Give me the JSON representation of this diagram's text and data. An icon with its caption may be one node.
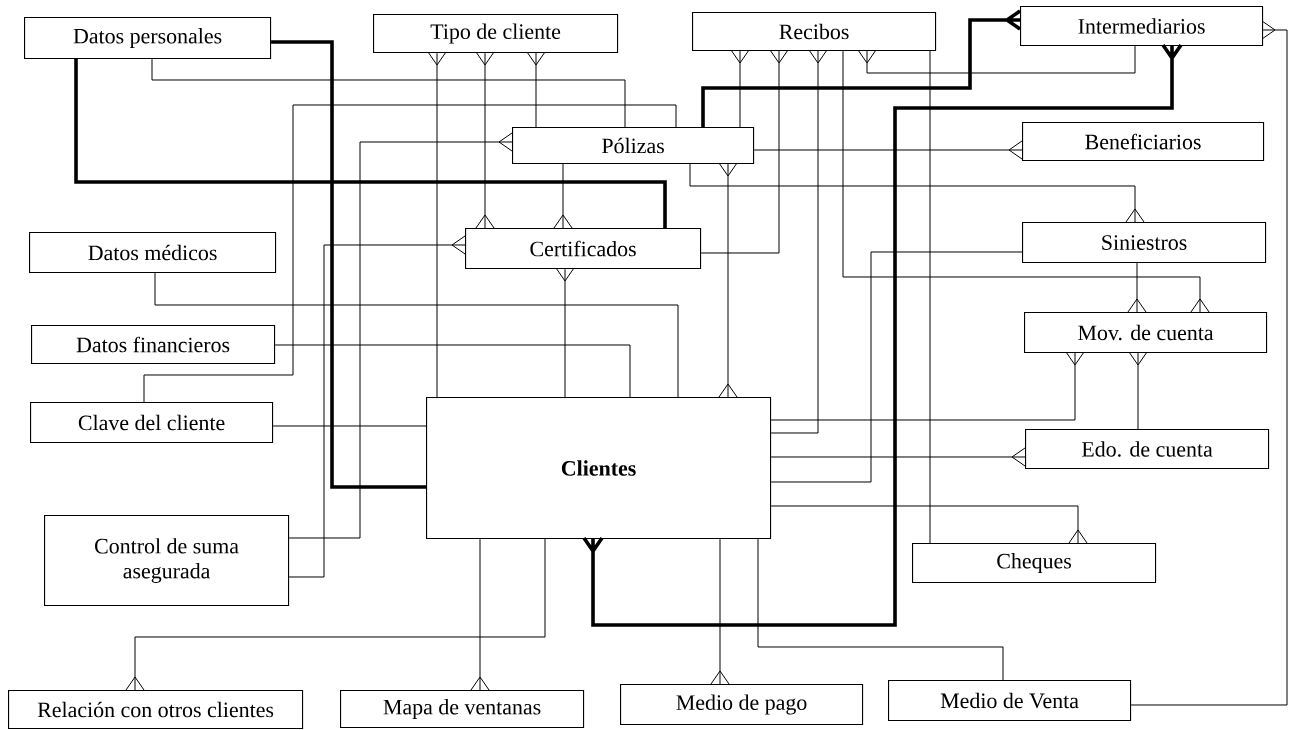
{
  "diagram": {
    "nodes": [
      {
        "text": [
          "Datos personales"
        ]
      },
      {
        "text": [
          "Tipo de cliente"
        ]
      },
      {
        "text": [
          "Recibos"
        ]
      },
      {
        "text": [
          "Intermediarios"
        ]
      },
      {
        "text": [
          "Pólizas"
        ]
      },
      {
        "text": [
          "Beneficiarios"
        ]
      },
      {
        "text": [
          "Datos médicos"
        ]
      },
      {
        "text": [
          "Certificados"
        ]
      },
      {
        "text": [
          "Siniestros"
        ]
      },
      {
        "text": [
          "Datos financieros"
        ]
      },
      {
        "text": [
          "Mov. de cuenta"
        ]
      },
      {
        "text": [
          "Clave del cliente"
        ]
      },
      {
        "text": [
          "Clientes"
        ]
      },
      {
        "text": [
          "Edo. de cuenta"
        ]
      },
      {
        "text": [
          "Control de suma asegurada"
        ]
      },
      {
        "text": [
          "Cheques"
        ]
      },
      {
        "text": [
          "Relación con otros clientes"
        ]
      },
      {
        "text": [
          "Mapa de ventanas"
        ]
      },
      {
        "text": [
          "Medio de pago"
        ]
      },
      {
        "text": [
          "Medio de Venta"
        ]
      }
    ],
    "edges": [
      {
        "from": 0,
        "to": 12,
        "arrow": "none",
        "style": "thick"
      },
      {
        "from": 0,
        "to": 7,
        "arrow": "none",
        "style": "thick"
      },
      {
        "from": 0,
        "to": 4,
        "arrow": "none"
      },
      {
        "from": 12,
        "to": 1,
        "arrow": "other"
      },
      {
        "from": 7,
        "to": 1,
        "arrow": "other"
      },
      {
        "from": 4,
        "to": 1,
        "arrow": "other"
      },
      {
        "from": 11,
        "to": 4,
        "arrow": "none"
      },
      {
        "from": 14,
        "to": 4,
        "arrow": "other"
      },
      {
        "from": 14,
        "to": 7,
        "arrow": "other"
      },
      {
        "from": 4,
        "to": 7,
        "arrow": "other"
      },
      {
        "from": 12,
        "to": 7,
        "arrow": "other"
      },
      {
        "from": 6,
        "to": 12,
        "arrow": "none"
      },
      {
        "from": 9,
        "to": 12,
        "arrow": "none"
      },
      {
        "from": 11,
        "to": 12,
        "arrow": "none"
      },
      {
        "from": 4,
        "to": 12,
        "arrow": "other"
      },
      {
        "from": 4,
        "to": 5,
        "arrow": "other"
      },
      {
        "from": 4,
        "to": 8,
        "arrow": "other"
      },
      {
        "from": 4,
        "to": 2,
        "arrow": "other"
      },
      {
        "from": 7,
        "to": 2,
        "arrow": "other"
      },
      {
        "from": 12,
        "to": 2,
        "arrow": "other"
      },
      {
        "from": 2,
        "to": 10,
        "arrow": "other"
      },
      {
        "from": 12,
        "to": 8,
        "arrow": "none"
      },
      {
        "from": 8,
        "to": 10,
        "arrow": "other"
      },
      {
        "from": 3,
        "to": 2,
        "arrow": "other"
      },
      {
        "from": 2,
        "to": 15,
        "arrow": "none"
      },
      {
        "from": 4,
        "to": 3,
        "arrow": "other",
        "style": "thick"
      },
      {
        "from": 12,
        "to": 3,
        "arrow": "other",
        "style": "thick"
      },
      {
        "from": 19,
        "to": 3,
        "arrow": "other"
      },
      {
        "from": 12,
        "to": 10,
        "arrow": "other"
      },
      {
        "from": 13,
        "to": 10,
        "arrow": "other"
      },
      {
        "from": 12,
        "to": 13,
        "arrow": "other"
      },
      {
        "from": 12,
        "to": 15,
        "arrow": "other"
      },
      {
        "from": 12,
        "to": 18,
        "arrow": "other"
      },
      {
        "from": 12,
        "to": 19,
        "arrow": "none"
      },
      {
        "from": 12,
        "to": 16,
        "arrow": "other"
      },
      {
        "from": 12,
        "to": 17,
        "arrow": "other"
      }
    ]
  }
}
